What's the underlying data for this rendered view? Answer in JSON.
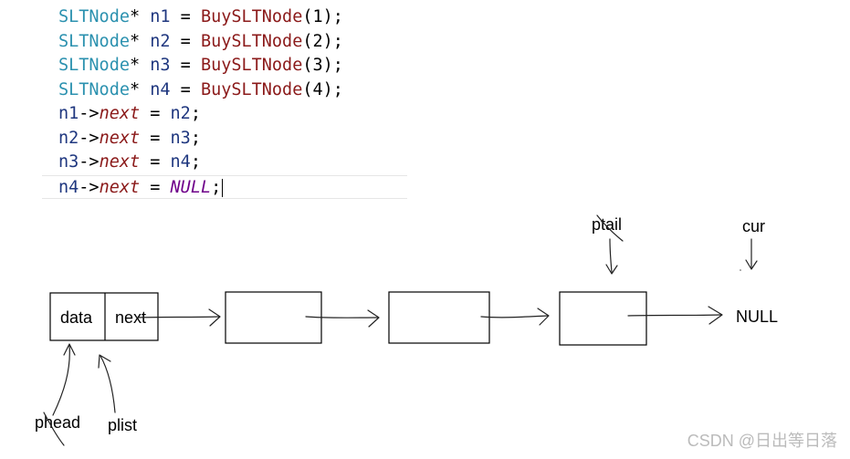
{
  "code": {
    "lines": [
      {
        "type": "SLTNode",
        "op": "* ",
        "var": "n1",
        "eq": " = ",
        "func": "BuyS LTNode",
        "args": "(1);"
      },
      {
        "type": "SLTNode",
        "op": "* ",
        "var": "n2",
        "eq": " = ",
        "func": "BuySLTNode",
        "args": "(2);"
      },
      {
        "type": "SLTNode",
        "op": "* ",
        "var": "n3",
        "eq": " = ",
        "func": "BuySLTNode",
        "args": "(3);"
      },
      {
        "type": "SLTNode",
        "op": "* ",
        "var": "n4",
        "eq": " = ",
        "func": "BuySLTNode",
        "args": "(4);"
      }
    ],
    "assign": [
      {
        "lhs": "n1",
        "arrow": "->",
        "field": "next",
        "eq": " = ",
        "rhs": "n2",
        "end": ";"
      },
      {
        "lhs": "n2",
        "arrow": "->",
        "field": "next",
        "eq": " = ",
        "rhs": "n3",
        "end": ";"
      },
      {
        "lhs": "n3",
        "arrow": "->",
        "field": "next",
        "eq": " = ",
        "rhs": "n4",
        "end": ";"
      },
      {
        "lhs": "n4",
        "arrow": "->",
        "field": "next",
        "eq": " = ",
        "macro": "NULL",
        "end": ";"
      }
    ]
  },
  "diagram": {
    "node_data_label": "data",
    "node_next_label": "next",
    "null_label": "NULL",
    "ptail_label": "ptail",
    "cur_label": "cur",
    "phead_label": "phead",
    "plist_label": "plist"
  },
  "watermark": "CSDN @日出等日落"
}
